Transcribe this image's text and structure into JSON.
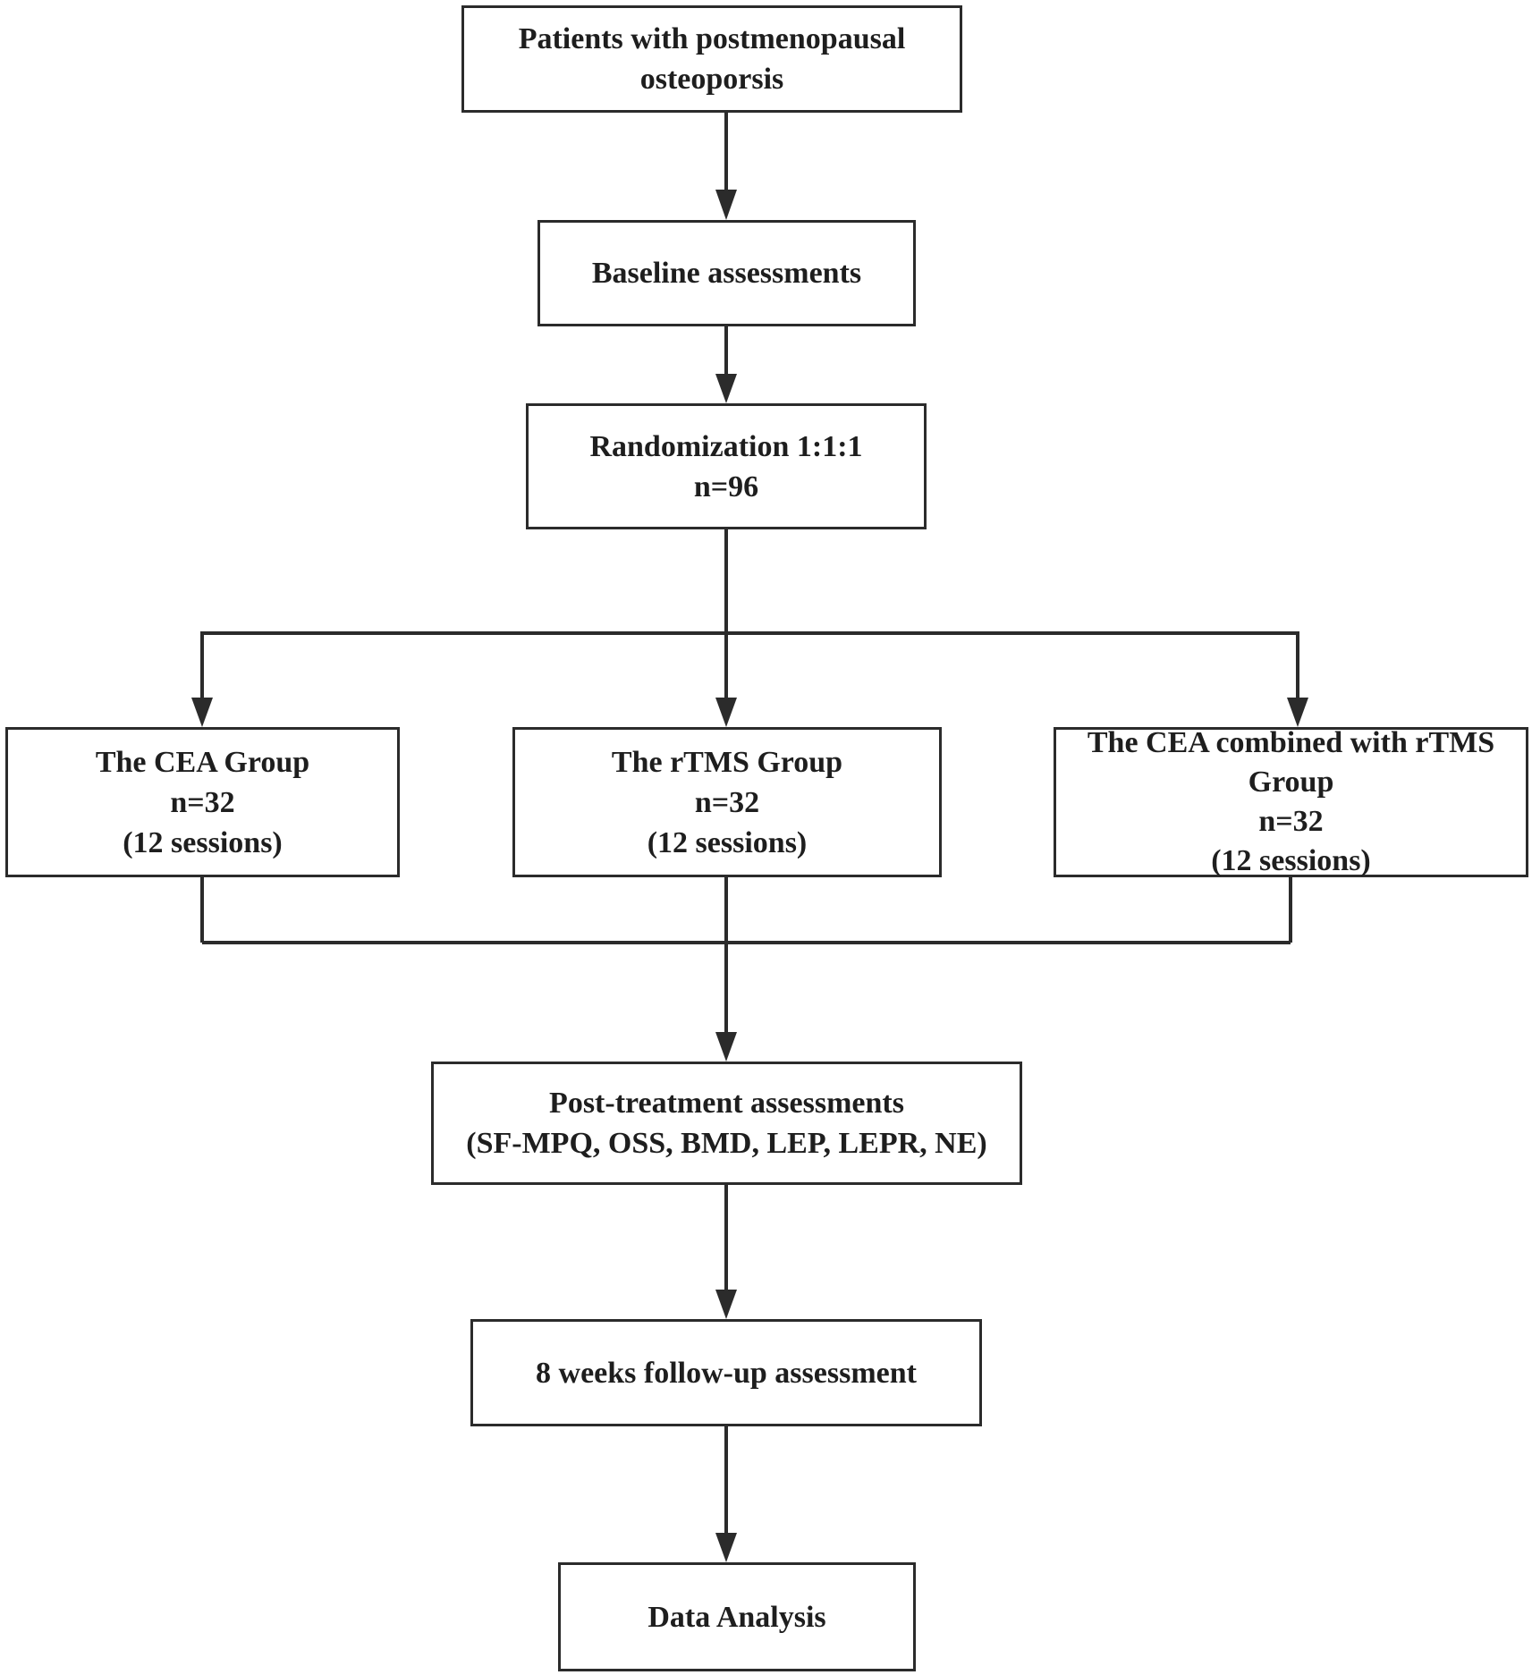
{
  "boxes": {
    "patients": {
      "lines": [
        "Patients with postmenopausal",
        "osteoporsis"
      ]
    },
    "baseline": {
      "lines": [
        "Baseline assessments"
      ]
    },
    "randomization": {
      "lines": [
        "Randomization 1:1:1",
        "n=96"
      ]
    },
    "cea_group": {
      "lines": [
        "The CEA Group",
        "n=32",
        "(12 sessions)"
      ]
    },
    "rtms_group": {
      "lines": [
        "The rTMS Group",
        "n=32",
        "(12 sessions)"
      ]
    },
    "combined_group": {
      "lines": [
        "The CEA combined with rTMS",
        "Group",
        "n=32",
        "(12 sessions)"
      ]
    },
    "post_treatment": {
      "lines": [
        "Post-treatment assessments",
        "(SF-MPQ, OSS, BMD, LEP, LEPR, NE)"
      ]
    },
    "follow_up": {
      "lines": [
        "8 weeks follow-up assessment"
      ]
    },
    "data_analysis": {
      "lines": [
        "Data Analysis"
      ]
    }
  },
  "colors": {
    "line": "#2b2b2b",
    "text": "#1e1e1e",
    "background": "#ffffff"
  }
}
